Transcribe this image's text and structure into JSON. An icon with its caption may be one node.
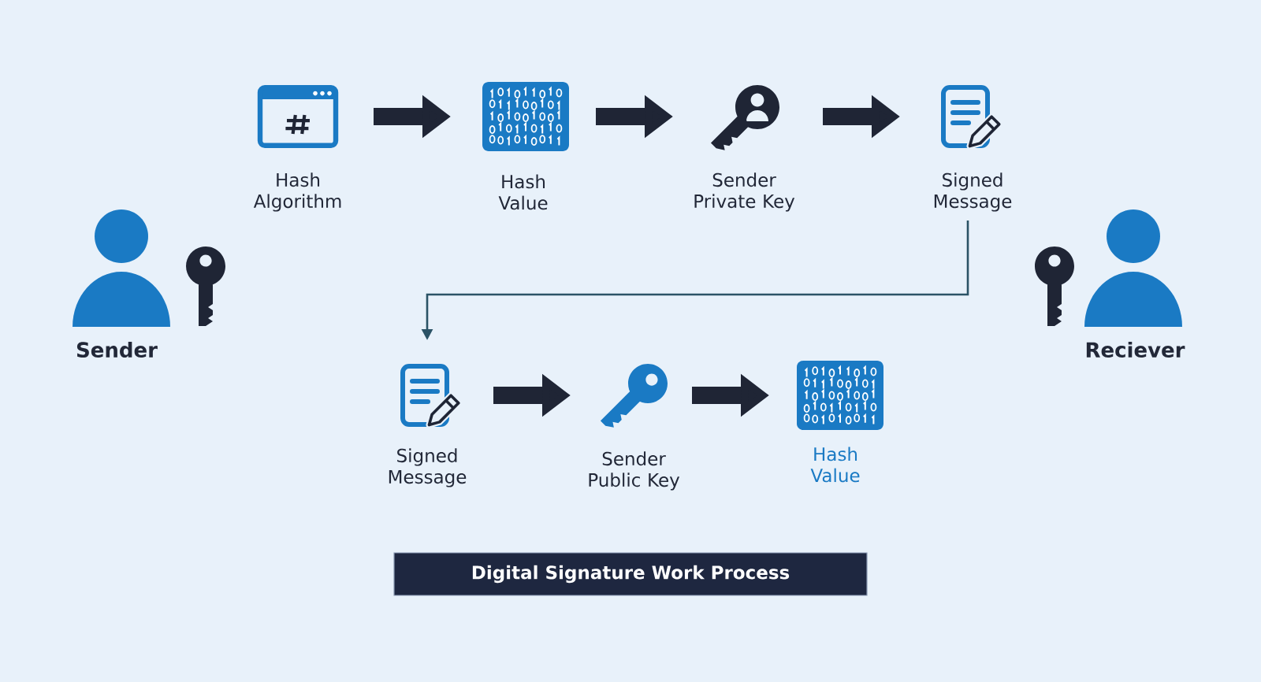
{
  "diagram": {
    "title": "Digital Signature Work Process",
    "nodes": [
      {
        "text": [
          "Sender"
        ]
      },
      {
        "text": [
          "Hash Algorithm"
        ]
      },
      {
        "text": [
          "Hash Value"
        ]
      },
      {
        "text": [
          "Sender Private Key"
        ]
      },
      {
        "text": [
          "Signed Message"
        ]
      },
      {
        "text": [
          "Signed Message"
        ]
      },
      {
        "text": [
          "Sender Public Key"
        ]
      },
      {
        "text": [
          "Hash Value"
        ]
      },
      {
        "text": [
          "Reciever"
        ]
      }
    ],
    "edges": [
      {
        "from": 1,
        "to": 2,
        "arrow": "to"
      },
      {
        "from": 2,
        "to": 3,
        "arrow": "to"
      },
      {
        "from": 3,
        "to": 4,
        "arrow": "to"
      },
      {
        "from": 4,
        "to": 5,
        "arrow": "to",
        "color": "#2b5366"
      },
      {
        "from": 5,
        "to": 6,
        "arrow": "to"
      },
      {
        "from": 6,
        "to": 7,
        "arrow": "to"
      }
    ]
  }
}
